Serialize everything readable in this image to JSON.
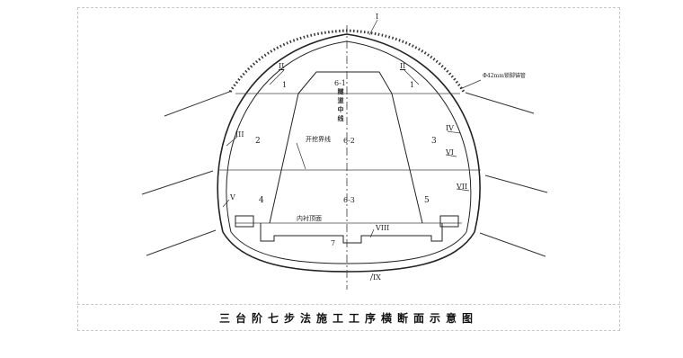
{
  "caption": "三台阶七步法施工工序横断面示意图",
  "labels": {
    "roman_top": "I",
    "roman_2_left": "II",
    "roman_2_right": "II",
    "roman_3": "III",
    "roman_4": "IV",
    "roman_5": "V",
    "roman_6": "VI",
    "roman_7": "VII",
    "roman_8": "VIII",
    "roman_9": "IX",
    "step_1_left": "1",
    "step_1_right": "1",
    "step_2": "2",
    "step_3": "3",
    "step_4": "4",
    "step_5": "5",
    "step_7": "7",
    "mark_6_1": "6-1",
    "mark_6_2": "6-2",
    "mark_6_3": "6-3",
    "centerline": "隧道中线",
    "excavation_line": "开挖界线",
    "lining_top": "内衬顶面",
    "bolt_note": "Φ42mm锁脚锚管"
  },
  "colors": {
    "line": "#222222",
    "thin": "#555555"
  }
}
